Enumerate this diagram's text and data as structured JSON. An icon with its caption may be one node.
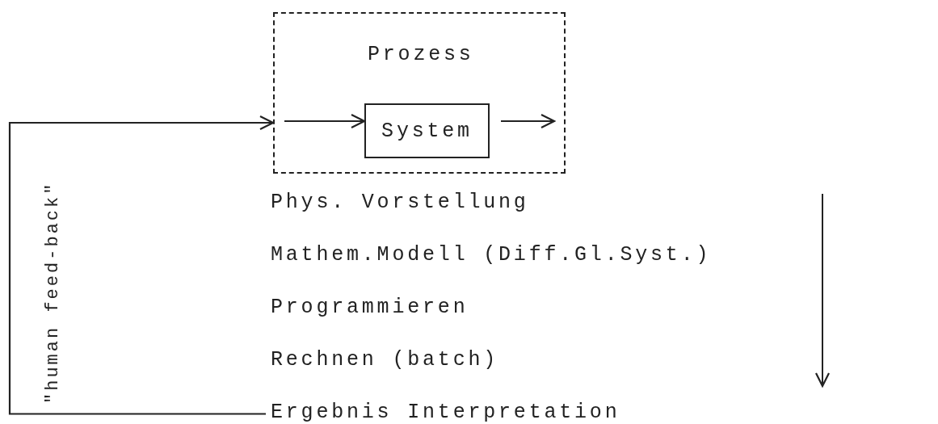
{
  "diagram": {
    "nodes": [
      {
        "text": [
          "Prozess"
        ]
      },
      {
        "text": [
          "System"
        ],
        "in": 0
      },
      {
        "text": [
          "Phys. Vorstellung"
        ]
      },
      {
        "text": [
          "Mathem.Modell (Diff.Gl.Syst.)"
        ]
      },
      {
        "text": [
          "Programmieren"
        ]
      },
      {
        "text": [
          "Rechnen (batch)"
        ]
      },
      {
        "text": [
          "Ergebnis Interpretation"
        ]
      }
    ],
    "edges": [
      {
        "from": 6,
        "to": 0,
        "arrow": "to",
        "label": "\"human feed-back\""
      },
      {
        "from": null,
        "to": 1,
        "arrow": "to"
      },
      {
        "from": 1,
        "to": null,
        "arrow": "to"
      }
    ]
  }
}
